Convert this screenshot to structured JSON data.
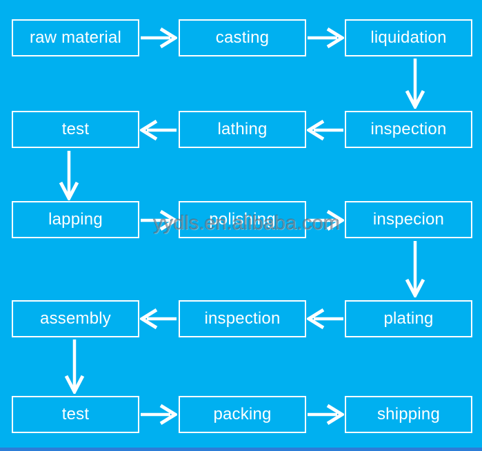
{
  "canvas": {
    "background_color": "#00b0f0",
    "box_border_color": "#ffffff",
    "text_color": "#ffffff",
    "arrow_color": "#ffffff",
    "bottom_bar_color": "#2d7dd7"
  },
  "watermark": {
    "text": "yydls.en.alibaba.com"
  },
  "flowchart": {
    "nodes": [
      {
        "label": "raw material",
        "row": 1,
        "col": 1
      },
      {
        "label": "casting",
        "row": 1,
        "col": 2
      },
      {
        "label": "liquidation",
        "row": 1,
        "col": 3
      },
      {
        "label": "test",
        "row": 2,
        "col": 1
      },
      {
        "label": "lathing",
        "row": 2,
        "col": 2
      },
      {
        "label": "inspection",
        "row": 2,
        "col": 3
      },
      {
        "label": "lapping",
        "row": 3,
        "col": 1
      },
      {
        "label": "polishing",
        "row": 3,
        "col": 2
      },
      {
        "label": "inspecion",
        "row": 3,
        "col": 3
      },
      {
        "label": "assembly",
        "row": 4,
        "col": 1
      },
      {
        "label": "inspection",
        "row": 4,
        "col": 2
      },
      {
        "label": "plating",
        "row": 4,
        "col": 3
      },
      {
        "label": "test",
        "row": 5,
        "col": 1
      },
      {
        "label": "packing",
        "row": 5,
        "col": 2
      },
      {
        "label": "shipping",
        "row": 5,
        "col": 3
      }
    ],
    "connections": [
      {
        "from": "raw material",
        "to": "casting",
        "direction": "right"
      },
      {
        "from": "casting",
        "to": "liquidation",
        "direction": "right"
      },
      {
        "from": "liquidation",
        "to": "inspection",
        "direction": "down"
      },
      {
        "from": "inspection",
        "to": "lathing",
        "direction": "left"
      },
      {
        "from": "lathing",
        "to": "test",
        "direction": "left"
      },
      {
        "from": "test",
        "to": "lapping",
        "direction": "down"
      },
      {
        "from": "lapping",
        "to": "polishing",
        "direction": "right"
      },
      {
        "from": "polishing",
        "to": "inspecion",
        "direction": "right"
      },
      {
        "from": "inspecion",
        "to": "plating",
        "direction": "down"
      },
      {
        "from": "plating",
        "to": "inspection",
        "direction": "left"
      },
      {
        "from": "inspection",
        "to": "assembly",
        "direction": "left"
      },
      {
        "from": "assembly",
        "to": "test",
        "direction": "down"
      },
      {
        "from": "test",
        "to": "packing",
        "direction": "right"
      },
      {
        "from": "packing",
        "to": "shipping",
        "direction": "right"
      }
    ]
  }
}
